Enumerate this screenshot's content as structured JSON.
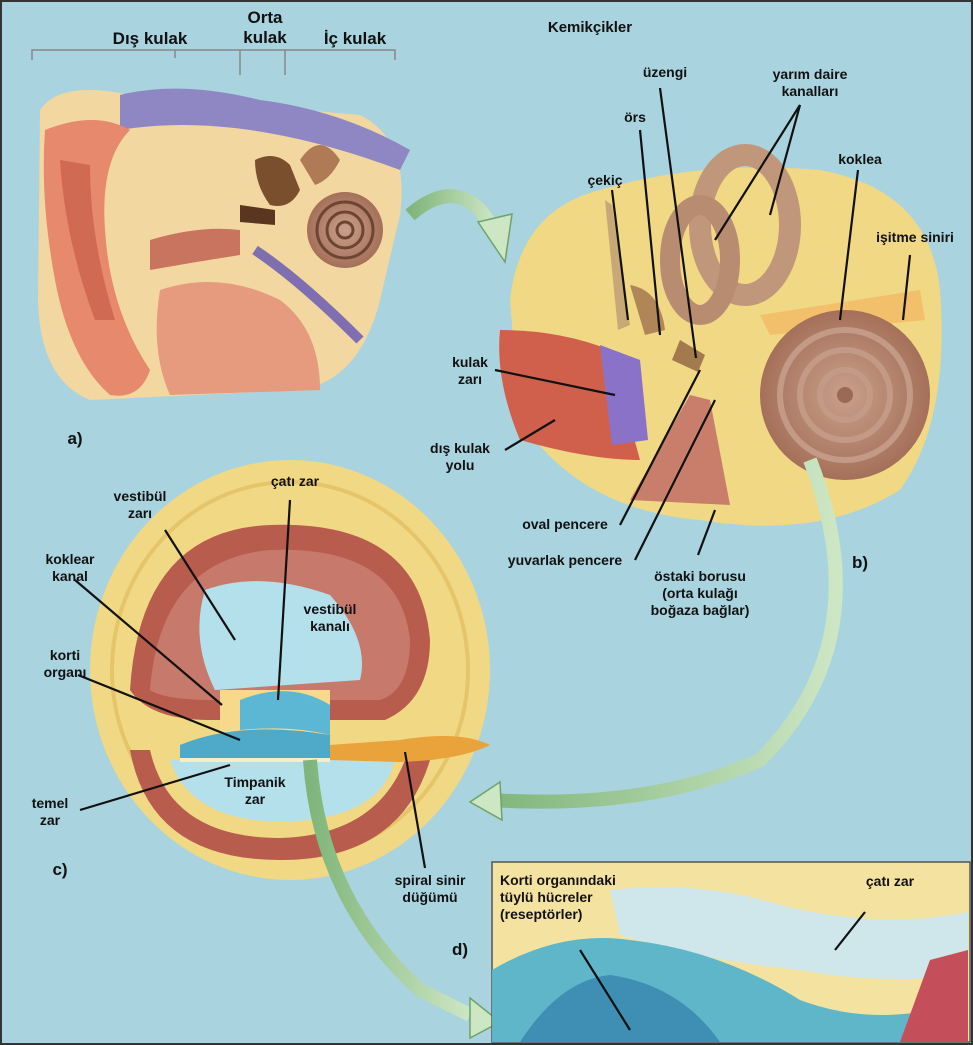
{
  "header": {
    "outer_ear": "Dış kulak",
    "middle_ear": "Orta\nkulak",
    "inner_ear": "İç kulak",
    "ossicles_title": "Kemikçikler"
  },
  "labels": {
    "stirrup": "üzengi",
    "semicircular": "yarım daire\nkanalları",
    "anvil": "örs",
    "hammer": "çekiç",
    "cochlea": "koklea",
    "auditory_nerve": "işitme siniri",
    "eardrum": "kulak\nzarı",
    "ear_canal": "dış kulak\nyolu",
    "oval_window": "oval pencere",
    "round_window": "yuvarlak pencere",
    "eustachian": "östaki borusu\n(orta kulağı\nboğaza bağlar)",
    "vestibular_membrane": "vestibül\nzarı",
    "tectorial": "çatı zar",
    "cochlear_duct": "koklear\nkanal",
    "vestibular_canal": "vestibül\nkanalı",
    "organ_of_corti": "korti\norganı",
    "tympanic_canal": "Timpanik\nzar",
    "basilar": "temel\nzar",
    "spiral_ganglion": "spiral sinir\ndüğümü",
    "hair_cells": "Korti organındaki\ntüylü hücreler\n(reseptörler)",
    "tectorial_d": "çatı zar"
  },
  "panels": {
    "a": "a)",
    "b": "b)",
    "c": "c)",
    "d": "d)"
  }
}
